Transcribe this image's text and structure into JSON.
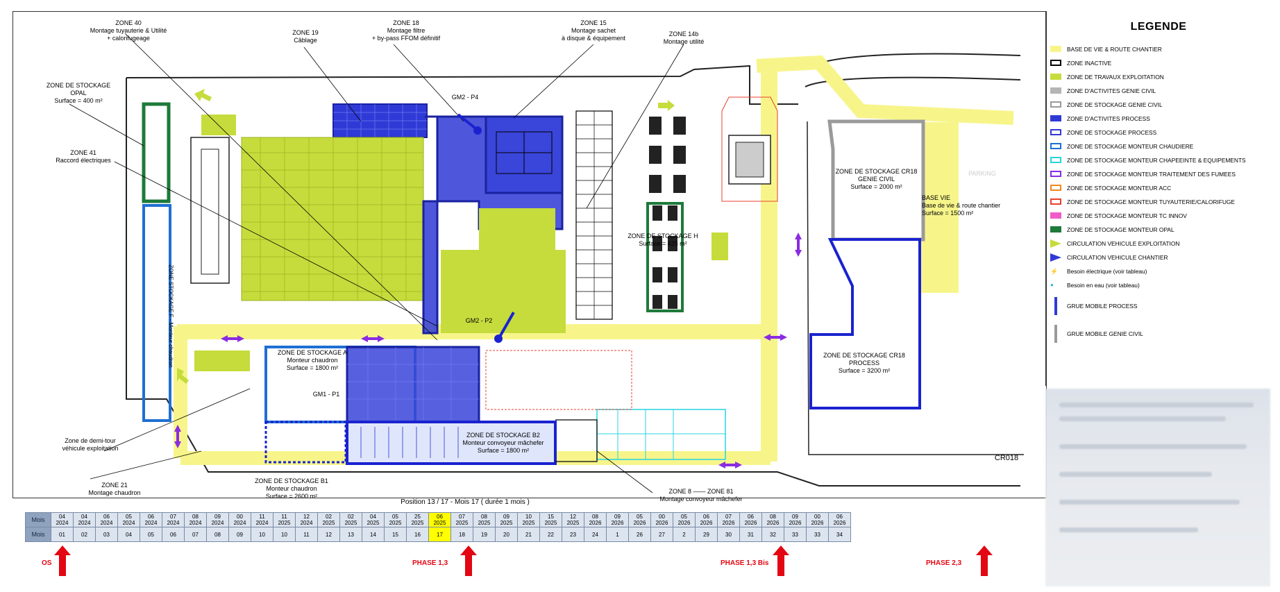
{
  "legend": {
    "title": "LEGENDE",
    "items": [
      {
        "label": "BASE DE VIE & ROUTE CHANTIER",
        "color": "#f7f58a",
        "style": "fill"
      },
      {
        "label": "ZONE INACTIVE",
        "color": "#000000",
        "style": "outline"
      },
      {
        "label": "ZONE DE TRAVAUX EXPLOITATION",
        "color": "#c6dc3c",
        "style": "fill"
      },
      {
        "label": "ZONE D'ACTIVITES GENIE CIVIL",
        "color": "#b5b5b5",
        "style": "fill"
      },
      {
        "label": "ZONE DE STOCKAGE GENIE CIVIL",
        "color": "#9a9a9a",
        "style": "outline"
      },
      {
        "label": "ZONE D'ACTIVITES PROCESS",
        "color": "#2f3ad6",
        "style": "fill"
      },
      {
        "label": "ZONE DE STOCKAGE PROCESS",
        "color": "#2f3ad6",
        "style": "outline"
      },
      {
        "label": "ZONE DE STOCKAGE MONTEUR CHAUDIERE",
        "color": "#1f6fd1",
        "style": "outline"
      },
      {
        "label": "ZONE DE STOCKAGE MONTEUR CHAPEEINTE & EQUIPEMENTS",
        "color": "#27d4e0",
        "style": "outline"
      },
      {
        "label": "ZONE DE STOCKAGE MONTEUR TRAITEMENT DES FUMEES",
        "color": "#8a2be2",
        "style": "outline"
      },
      {
        "label": "ZONE DE STOCKAGE MONTEUR ACC",
        "color": "#f08a1c",
        "style": "outline"
      },
      {
        "label": "ZONE DE STOCKAGE MONTEUR TUYAUTERIE/CALORIFUGE",
        "color": "#e8412c",
        "style": "outline"
      },
      {
        "label": "ZONE DE STOCKAGE MONTEUR TC INNOV",
        "color": "#f05bc8",
        "style": "fill"
      },
      {
        "label": "ZONE DE STOCKAGE MONTEUR OPAL",
        "color": "#1e7a3a",
        "style": "fill"
      },
      {
        "label": "CIRCULATION VEHICULE EXPLOITATION",
        "color": "#c6dc3c",
        "style": "arrow"
      },
      {
        "label": "CIRCULATION VEHICULE CHANTIER",
        "color": "#2f3ad6",
        "style": "arrow"
      },
      {
        "label": "Besoin électrique (voir tableau)",
        "color": "#f2c200",
        "style": "bolt"
      },
      {
        "label": "Besoin en eau (voir tableau)",
        "color": "#27b6e0",
        "style": "drop"
      },
      {
        "label": "GRUE MOBILE PROCESS",
        "color": "#2f3ad6",
        "style": "crane"
      },
      {
        "label": "GRUE MOBILE GENIE CIVIL",
        "color": "#9a9a9a",
        "style": "crane"
      }
    ]
  },
  "labels": {
    "z40": "ZONE 40\nMontage tuyauterie & Utilité\n+ calorifugeage",
    "z18": "ZONE 18\nMontage filtre\n+ by-pass FFOM définitif",
    "z19": "ZONE 19\nCâblage",
    "z15": "ZONE 15\nMontage sachet\nà disque & équipement",
    "z14b": "ZONE 14b\nMontage utilité",
    "opal": "ZONE DE STOCKAGE\nOPAL\nSurface = 400 m²",
    "z41": "ZONE 41\nRaccord électriques",
    "gm2p4": "GM2 - P4",
    "gm2p2": "GM2 - P2",
    "gm1p1": "GM1 - P1",
    "stockH": "ZONE DE STOCKAGE H\nSurface = 425 m²",
    "cr18gc": "ZONE DE STOCKAGE CR18\nGENIE CIVIL\nSurface = 2000 m²",
    "basevie": "BASE VIE\nBase de vie & route chantier\nSurface = 1500 m²",
    "parking": "PARKING",
    "cr18pr": "ZONE DE STOCKAGE CR18\nPROCESS\nSurface = 3200 m²",
    "stockA": "ZONE DE STOCKAGE A\nMonteur chaudron\nSurface = 1800 m²",
    "stockB2": "ZONE DE STOCKAGE B2\nMonteur convoyeur mâchefer\nSurface = 1800 m²",
    "stockB1": "ZONE DE STOCKAGE B1\nMonteur chaudron\nSurface = 2600 m²",
    "stockF": "ZONE STOCKAGE F - Monteur chaudron",
    "demitour": "Zone de demi-tour\nvéhicule exploitation",
    "z21": "ZONE 21\nMontage chaudron",
    "z8": "ZONE 8 —— ZONE 81\nMontage convoyeur mâchefer",
    "cr018": "CR018",
    "position": "Position 13 / 17  -  Mois 17  ( durée 1 mois )"
  },
  "timeline": {
    "row_header": "Mois",
    "dates": [
      "04\n2024",
      "04\n2024",
      "06\n2024",
      "05\n2024",
      "06\n2024",
      "07\n2024",
      "08\n2024",
      "09\n2024",
      "00\n2024",
      "11\n2024",
      "11\n2025",
      "12\n2024",
      "02\n2025",
      "02\n2025",
      "04\n2025",
      "05\n2025",
      "25\n2025",
      "06\n2025",
      "07\n2025",
      "08\n2025",
      "09\n2025",
      "10\n2025",
      "15\n2025",
      "12\n2025",
      "08\n2026",
      "09\n2026",
      "05\n2026",
      "00\n2026",
      "05\n2026",
      "06\n2026",
      "07\n2026",
      "06\n2026",
      "08\n2026",
      "09\n2026",
      "00\n2026",
      "06\n2026"
    ],
    "months": [
      "01",
      "02",
      "03",
      "04",
      "05",
      "06",
      "07",
      "08",
      "09",
      "10",
      "10",
      "11",
      "12",
      "13",
      "14",
      "15",
      "16",
      "17",
      "18",
      "19",
      "20",
      "21",
      "22",
      "23",
      "24",
      "1",
      "26",
      "27",
      "2",
      "29",
      "30",
      "31",
      "32",
      "33",
      "33",
      "34"
    ],
    "highlight_index": 17
  },
  "phases": [
    {
      "label": "OS"
    },
    {
      "label": "PHASE 1,3"
    },
    {
      "label": "PHASE 1,3 Bis"
    },
    {
      "label": "PHASE 2,3"
    }
  ]
}
